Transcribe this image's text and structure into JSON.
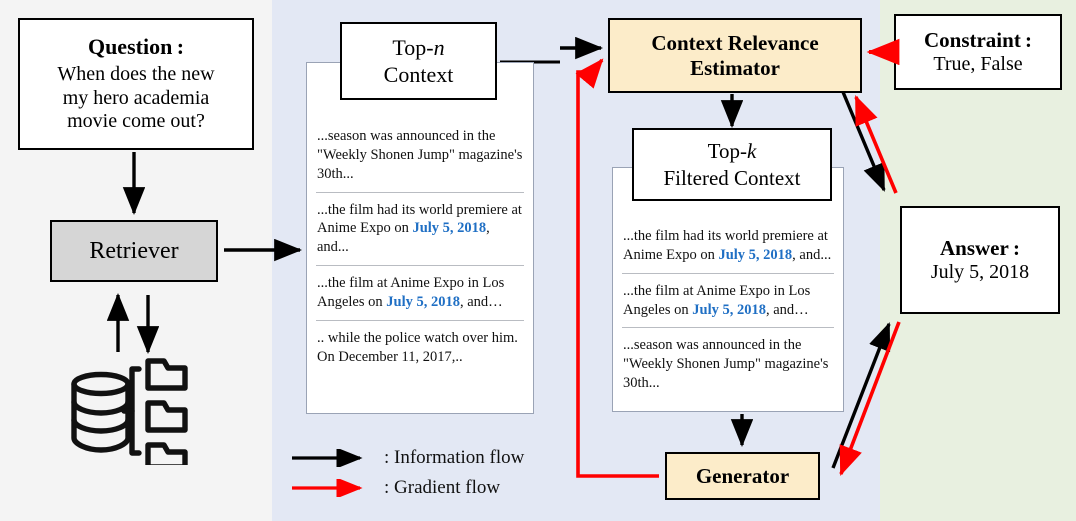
{
  "panels": {
    "left_name": "retrieval-stage",
    "mid_name": "filtering-stage",
    "right_name": "output-stage"
  },
  "question": {
    "title": "Question :",
    "line1": "When does the new",
    "line2": "my hero academia",
    "line3": "movie come out?"
  },
  "retriever": {
    "label": "Retriever"
  },
  "database": {
    "icon": "database-folders-icon"
  },
  "topn": {
    "label_line1_prefix": "Top-",
    "label_line1_italic": "n",
    "label_line2": "Context",
    "snippets": [
      {
        "pre": "...season was announced in the \"Weekly Shonen Jump\" magazine's 30th...",
        "hl": "",
        "post": ""
      },
      {
        "pre": "...the film had its world premiere at Anime Expo on ",
        "hl": "July 5, 2018",
        "post": ", and..."
      },
      {
        "pre": "...the film at Anime Expo in Los Angeles on ",
        "hl": "July 5, 2018",
        "post": ", and…"
      },
      {
        "pre": ".. while the police watch over him. On December 11, 2017,..",
        "hl": "",
        "post": ""
      }
    ]
  },
  "estimator": {
    "line1": "Context Relevance",
    "line2": "Estimator"
  },
  "topk": {
    "label_line1_prefix": "Top-",
    "label_line1_italic": "k",
    "label_line2": "Filtered Context",
    "snippets": [
      {
        "pre": "...the film had its world premiere at Anime Expo on ",
        "hl": "July 5, 2018",
        "post": ", and..."
      },
      {
        "pre": "...the film at Anime Expo in Los Angeles on ",
        "hl": "July 5, 2018",
        "post": ", and…"
      },
      {
        "pre": "...season was announced in the \"Weekly Shonen Jump\" magazine's 30th...",
        "hl": "",
        "post": ""
      }
    ]
  },
  "generator": {
    "label": "Generator"
  },
  "constraint": {
    "title": "Constraint :",
    "value": "True, False"
  },
  "answer": {
    "title": "Answer :",
    "value": "July 5, 2018"
  },
  "legend": {
    "information": ": Information flow",
    "gradient": ": Gradient flow"
  },
  "colors": {
    "information_flow": "#000000",
    "gradient_flow": "#ff0000",
    "highlight": "#1f6fc4",
    "estimator_fill": "#fcecc9",
    "generator_fill": "#fcecc9",
    "retriever_fill": "#d6d6d6",
    "mid_panel": "#e3e8f4",
    "right_panel": "#e8f0e0",
    "left_panel": "#f4f4f4"
  }
}
